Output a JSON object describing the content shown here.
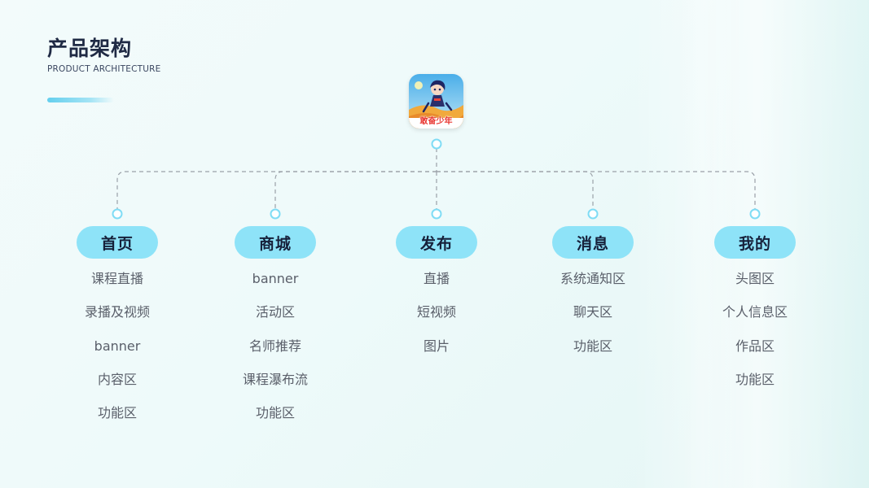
{
  "header": {
    "title": "产品架构",
    "subtitle": "PRODUCT ARCHITECTURE"
  },
  "app": {
    "icon_name": "app-logo-icon",
    "label": "敢奋少年"
  },
  "colors": {
    "pill": "#8ee3f8",
    "connector": "#9aa0a8",
    "node": "#7fdcf5",
    "title": "#1f2a44",
    "item_text": "#5a5f6a"
  },
  "categories": [
    {
      "label": "首页",
      "items": [
        "课程直播",
        "录播及视频",
        "banner",
        "内容区",
        "功能区"
      ]
    },
    {
      "label": "商城",
      "items": [
        "banner",
        "活动区",
        "名师推荐",
        "课程瀑布流",
        "功能区"
      ]
    },
    {
      "label": "发布",
      "items": [
        "直播",
        "短视频",
        "图片"
      ]
    },
    {
      "label": "消息",
      "items": [
        "系统通知区",
        "聊天区",
        "功能区"
      ]
    },
    {
      "label": "我的",
      "items": [
        "头图区",
        "个人信息区",
        "作品区",
        "功能区"
      ]
    }
  ]
}
